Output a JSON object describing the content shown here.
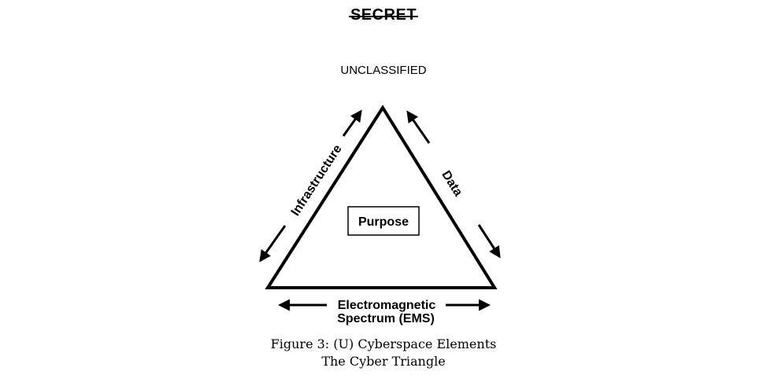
{
  "markings": {
    "top": "SECRET",
    "portion": "UNCLASSIFIED"
  },
  "diagram": {
    "center_label": "Purpose",
    "left_side_label": "Infrastructure",
    "right_side_label": "Data",
    "bottom_label_line1": "Electromagnetic",
    "bottom_label_line2": "Spectrum (EMS)"
  },
  "caption": {
    "line1": "Figure 3: (U) Cyberspace Elements",
    "line2": "The Cyber Triangle"
  }
}
